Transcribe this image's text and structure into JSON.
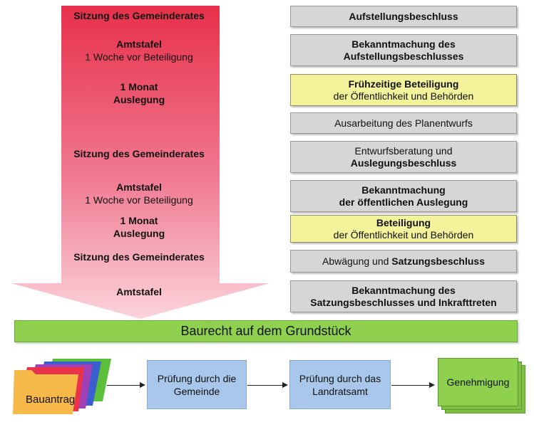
{
  "arrow_labels": [
    {
      "bold": "Sitzung des Gemeinderates",
      "normal": ""
    },
    {
      "bold": "Amtstafel",
      "normal": "1 Woche vor Beteiligung"
    },
    {
      "bold": "1 Monat",
      "normal": "",
      "bold2": "Auslegung"
    },
    {
      "bold": "Sitzung des Gemeinderates",
      "normal": ""
    },
    {
      "bold": "Amtstafel",
      "normal": "1 Woche vor Beteiligung"
    },
    {
      "bold": "1 Monat",
      "bold2": "Auslegung"
    },
    {
      "bold": "Sitzung des Gemeinderates"
    },
    {
      "bold": "Amtstafel"
    }
  ],
  "steps": [
    {
      "l1": "Aufstellungsbeschluss",
      "l1_bold": true
    },
    {
      "l1": "Bekanntmachung des",
      "l1_bold": true,
      "l2": "Aufstellungsbeschlusses",
      "l2_bold": true
    },
    {
      "l1": "Frühzeitige Beteiligung",
      "l1_bold": true,
      "l2": "der Öffentlichkeit und Behörden",
      "l2_bold": false
    },
    {
      "l1": "Ausarbeitung des Planentwurfs",
      "l1_bold": false
    },
    {
      "l1": "Entwurfsberatung und",
      "l1_bold": false,
      "l2": "Auslegungsbeschluss",
      "l2_bold": true
    },
    {
      "l1": "Bekanntmachung",
      "l1_bold": true,
      "l2": "der öffentlichen Auslegung",
      "l2_bold": true
    },
    {
      "l1": "Beteiligung",
      "l1_bold": true,
      "l2": "der Öffentlichkeit und Behörden",
      "l2_bold": false
    },
    {
      "l1_a": "Abwägung und ",
      "l1_b": "Satzungsbeschluss"
    },
    {
      "l1": "Bekanntmachung des",
      "l1_bold": true,
      "l2": "Satzungsbeschlusses und Inkrafttreten",
      "l2_bold": true
    }
  ],
  "baurecht": "Baurecht auf dem Grundstück",
  "flow": {
    "bauantrag": "Bauantrag",
    "gemeinde_l1": "Prüfung durch die",
    "gemeinde_l2": "Gemeinde",
    "landrat_l1": "Prüfung durch das",
    "landrat_l2": "Landratsamt",
    "genehmigung": "Genehmigung"
  },
  "colors": {
    "arrow_top": "#e8344e",
    "arrow_bottom": "#f9c6d0",
    "step_gray": "#d6d6d6",
    "step_yellow": "#f4f29a",
    "green": "#8fd14f",
    "blue": "#a9c7ea"
  }
}
